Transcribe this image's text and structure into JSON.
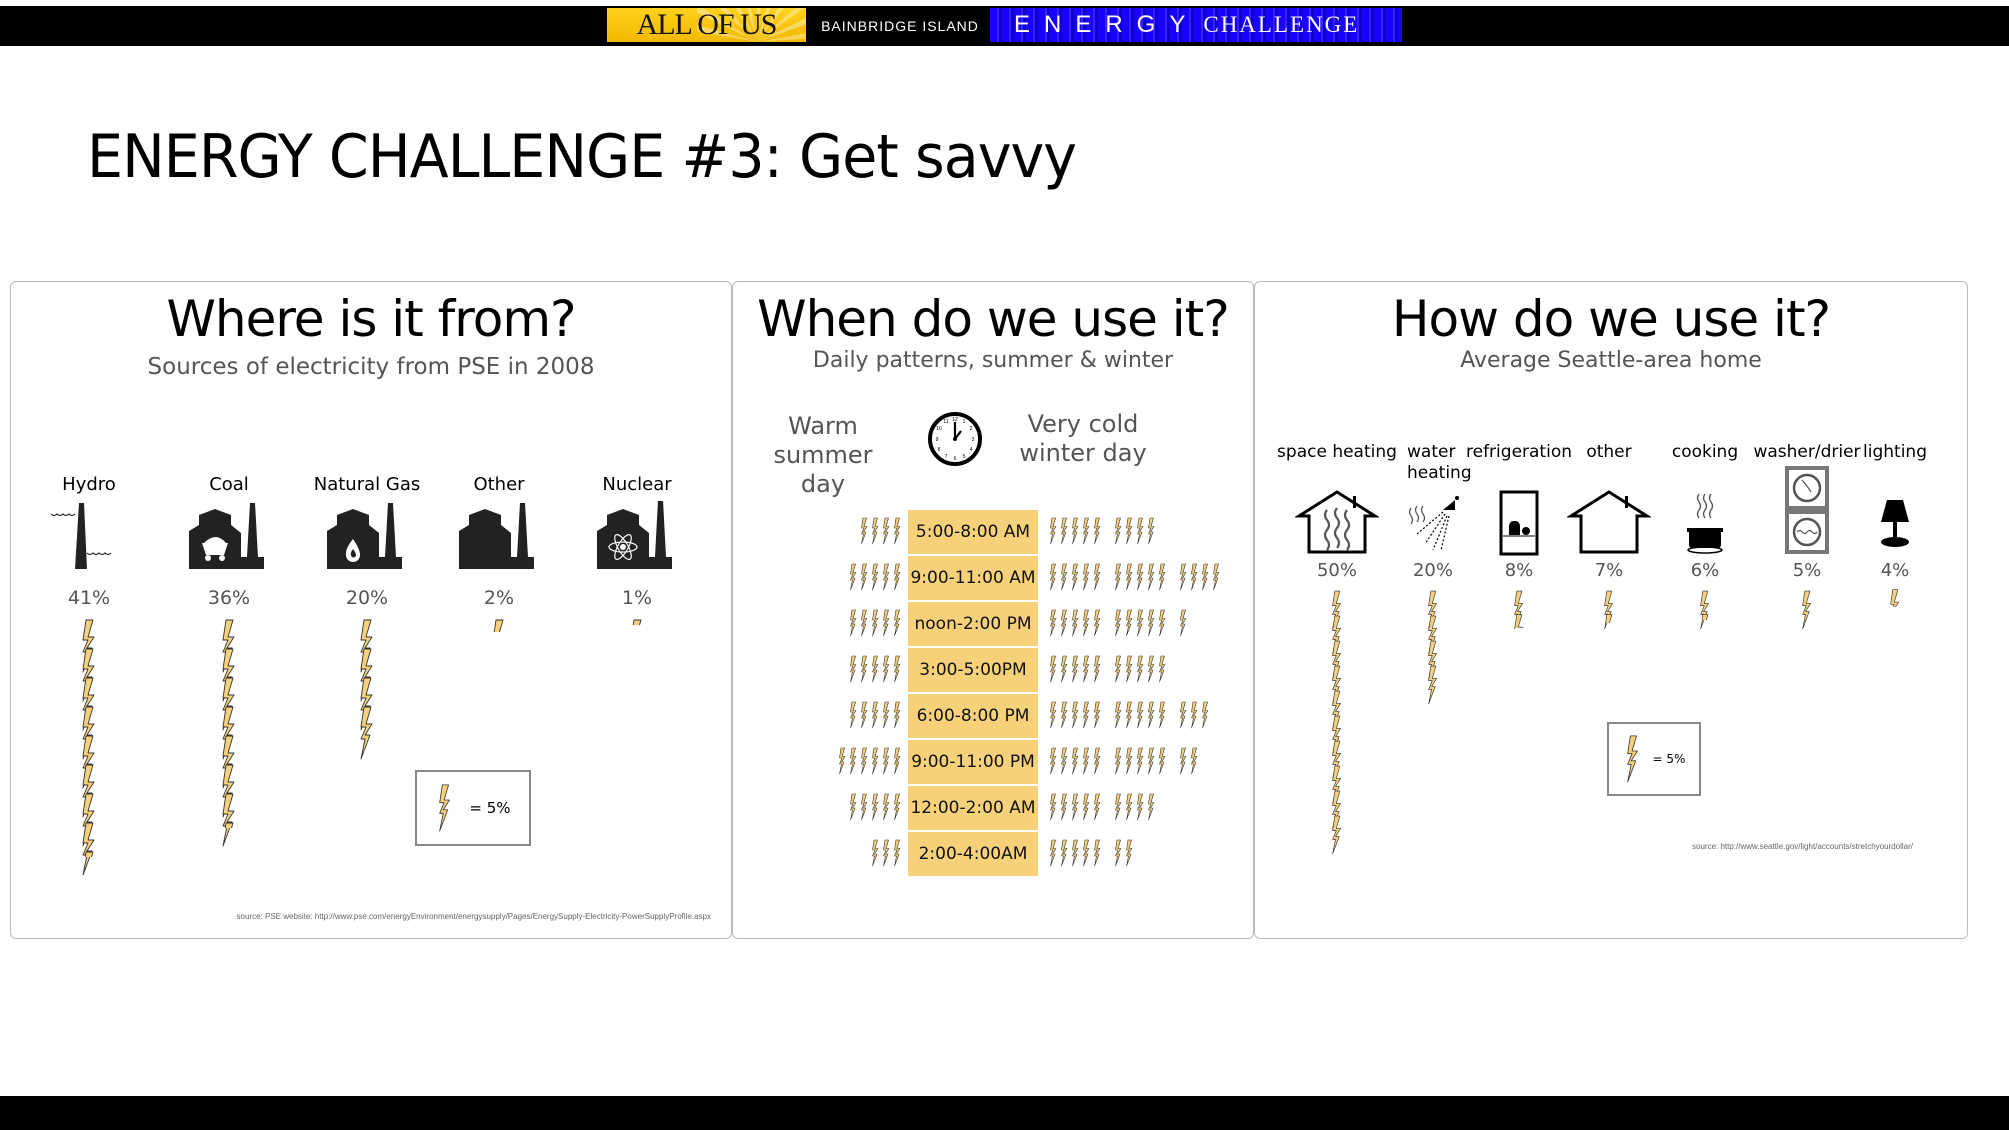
{
  "header": {
    "logo_left": "ALL OF US",
    "logo_middle": "BAINBRIDGE ISLAND",
    "logo_energy": "ENERGY",
    "logo_challenge": "CHALLENGE"
  },
  "page_title": "ENERGY CHALLENGE #3: Get savvy",
  "colors": {
    "bolt_fill": "#f6d17a",
    "bolt_stroke": "#333333",
    "time_label_bg": "#f6d17a",
    "logo_yellow": "#ffd21f",
    "logo_blue": "#1a00ff"
  },
  "bolt_unit_percent": 5,
  "sources_panel": {
    "title": "Where is it from?",
    "subtitle": "Sources of electricity from PSE in 2008",
    "items": [
      {
        "label": "Hydro",
        "percent": 41,
        "percent_text": "41%",
        "icon": "hydro-dam-icon"
      },
      {
        "label": "Coal",
        "percent": 36,
        "percent_text": "36%",
        "icon": "coal-plant-icon"
      },
      {
        "label": "Natural Gas",
        "percent": 20,
        "percent_text": "20%",
        "icon": "gas-plant-icon"
      },
      {
        "label": "Other",
        "percent": 2,
        "percent_text": "2%",
        "icon": "factory-icon"
      },
      {
        "label": "Nuclear",
        "percent": 1,
        "percent_text": "1%",
        "icon": "nuclear-plant-icon"
      }
    ],
    "legend": "= 5%",
    "source": "source: PSE website: http://www.pse.com/energyEnvironment/energysupply/Pages/EnergySupply-Electricity-PowerSupplyProfile.aspx"
  },
  "time_panel": {
    "title": "When do we use it?",
    "subtitle": "Daily patterns, summer & winter",
    "summer_label_line1": "Warm",
    "summer_label_line2": "summer day",
    "winter_label_line1": "Very cold",
    "winter_label_line2": "winter day",
    "rows": [
      {
        "time": "5:00-8:00 AM",
        "summer_bolts": 4,
        "winter_bolts": 9
      },
      {
        "time": "9:00-11:00 AM",
        "summer_bolts": 5,
        "winter_bolts": 14
      },
      {
        "time": "noon-2:00 PM",
        "summer_bolts": 5,
        "winter_bolts": 11
      },
      {
        "time": "3:00-5:00PM",
        "summer_bolts": 5,
        "winter_bolts": 10
      },
      {
        "time": "6:00-8:00 PM",
        "summer_bolts": 5,
        "winter_bolts": 13
      },
      {
        "time": "9:00-11:00 PM",
        "summer_bolts": 6,
        "winter_bolts": 12
      },
      {
        "time": "12:00-2:00 AM",
        "summer_bolts": 5,
        "winter_bolts": 9
      },
      {
        "time": "2:00-4:00AM",
        "summer_bolts": 3,
        "winter_bolts": 7
      }
    ]
  },
  "usage_panel": {
    "title": "How do we use it?",
    "subtitle": "Average Seattle-area home",
    "items": [
      {
        "label": "space heating",
        "percent": 50,
        "percent_text": "50%",
        "icon": "house-heat-icon"
      },
      {
        "label": "water heating",
        "percent": 20,
        "percent_text": "20%",
        "icon": "shower-icon"
      },
      {
        "label": "refrigeration",
        "percent": 8,
        "percent_text": "8%",
        "icon": "fridge-icon"
      },
      {
        "label": "other",
        "percent": 7,
        "percent_text": "7%",
        "icon": "house-icon"
      },
      {
        "label": "cooking",
        "percent": 6,
        "percent_text": "6%",
        "icon": "cooking-pot-icon"
      },
      {
        "label": "washer/drier",
        "percent": 5,
        "percent_text": "5%",
        "icon": "washer-dryer-icon"
      },
      {
        "label": "lighting",
        "percent": 4,
        "percent_text": "4%",
        "icon": "lamp-icon"
      }
    ],
    "legend": "= 5%",
    "source": "source: http://www.seattle.gov/light/accounts/stretchyourdollar/"
  }
}
